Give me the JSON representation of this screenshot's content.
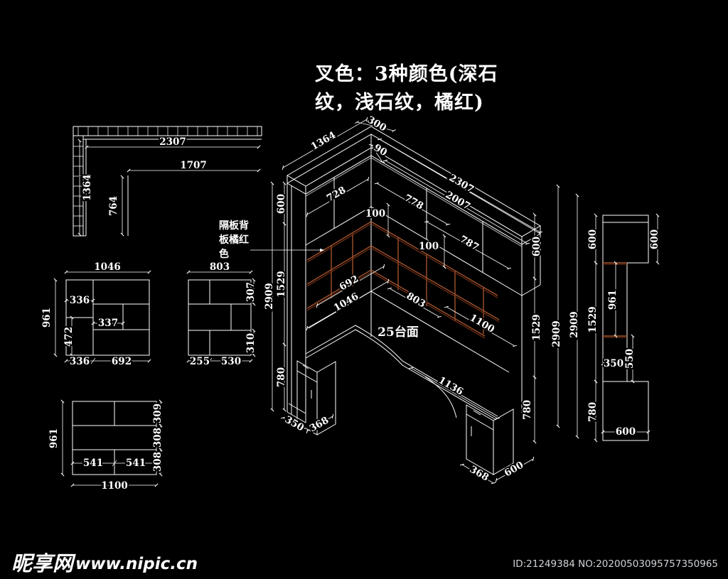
{
  "title": {
    "line1": "叉色：3种颜色(深石",
    "line2": "纹，浅石纹，橘红)"
  },
  "note": {
    "l1": "隔板背",
    "l2": "板橘红",
    "l3": "色"
  },
  "countertop_label": "25台面",
  "plan": {
    "d2307": "2307",
    "d1707": "1707",
    "d1364": "1364",
    "d764": "764"
  },
  "elev_a": {
    "w1046": "1046",
    "h961": "961",
    "d336": "336",
    "d337": "337",
    "d472": "472",
    "b336": "336",
    "b692": "692"
  },
  "elev_b": {
    "w803": "803",
    "b255": "255",
    "b530": "530",
    "r307": "307",
    "r310": "310"
  },
  "elev_c": {
    "h961": "961",
    "w1100": "1100",
    "t541a": "541",
    "t541b": "541",
    "r309": "309",
    "r308a": "308",
    "r308b": "308"
  },
  "iso": {
    "d300": "300",
    "d1364": "1364",
    "d90": "90",
    "d2307": "2307",
    "d2007": "2007",
    "d728": "728",
    "d778": "778",
    "d787": "787",
    "d100a": "100",
    "d100b": "100",
    "d692": "692",
    "d1046": "1046",
    "d803": "803",
    "d1100": "1100",
    "d1136": "1136",
    "l2909": "2909",
    "l600": "600",
    "l1529": "1529",
    "l780": "780",
    "r2909": "2909",
    "r600": "600",
    "r1529": "1529",
    "r780": "780",
    "lb350": "350",
    "lb368": "368",
    "rb368": "368",
    "rb600": "600"
  },
  "side": {
    "s2909": "2909",
    "s600": "600",
    "s1529": "1529",
    "s780": "780",
    "w600top": "600",
    "d961": "961",
    "d350": "350",
    "d550": "550",
    "w600bot": "600"
  },
  "watermark": {
    "brand": "昵享网",
    "url": "www.nipic.cn",
    "id": "ID:21249384 NO:20200503095757350965"
  },
  "colors": {
    "background": "#000000",
    "line": "#ffffff",
    "shelf_orange": "#a0522d",
    "shelf_dark": "#7a3318",
    "watermark_id": "#cfd2d6"
  }
}
